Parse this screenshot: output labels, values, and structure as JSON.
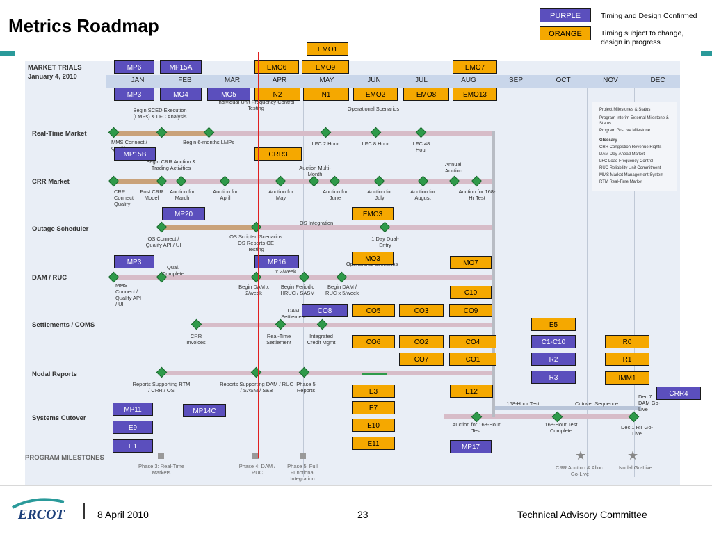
{
  "title": "Metrics Roadmap",
  "legend": {
    "purple_label": "PURPLE",
    "purple_desc": "Timing and Design Confirmed",
    "orange_label": "ORANGE",
    "orange_desc": "Timing subject to change, design in progress"
  },
  "colors": {
    "purple": "#5b4fbd",
    "orange": "#f5a800",
    "red_line": "#e02020",
    "teal": "#2a9a9a"
  },
  "chart": {
    "title_line1": "MARKET TRIALS",
    "title_line2": "January 4, 2010",
    "months": [
      "JAN",
      "FEB",
      "MAR",
      "APR",
      "MAY",
      "JUN",
      "JUL",
      "AUG",
      "SEP",
      "OCT",
      "NOV",
      "DEC"
    ],
    "rows": [
      "Real-Time Market",
      "CRR Market",
      "Outage Scheduler",
      "DAM / RUC",
      "Settlements / COMS",
      "Nodal Reports",
      "Systems Cutover",
      "PROGRAM MILESTONES"
    ],
    "notes": {
      "rt1": "Begin SCED Execution (LMPs) & LFC Analysis",
      "rt2": "Individual Unit Frequency Control Testing",
      "rt3": "Operational Scenarios",
      "rt4": "MMS Connect / Qualify",
      "rt5": "Begin 6-months LMPs",
      "rt6": "LFC 2 Hour",
      "rt7": "LFC 8 Hour",
      "rt8": "LFC 48 Hour",
      "crr1": "Begin CRR Auction & Trading Activities",
      "crr2": "Annual Auction",
      "crr3": "Auction Multi-Month",
      "crr4": "CRR Connect Qualify",
      "crr5": "Post CRR Model",
      "crr6": "Auction for March",
      "crr7": "Auction for April",
      "crr8": "Auction for May",
      "crr9": "Auction for June",
      "crr10": "Auction for July",
      "crr11": "Auction for August",
      "crr12": "Auction for 168-Hr Test",
      "os1": "OS Integration",
      "os2": "OS Connect / Qualify API / UI",
      "os3": "OS Scripted Scenarios OS Reports OE Testing",
      "os4": "1 Day Dual-Entry",
      "dam1": "Operational Scenarios",
      "dam2": "Qual. Complete",
      "dam3": "x 2/week",
      "dam4": "MMS Connect / Qualify API / UI",
      "dam5": "Begin DAM x 2/week",
      "dam6": "Begin Periodic HRUC / SASM",
      "dam7": "Begin DAM / RUC x 5/week",
      "set1": "DAM Settlement",
      "set2": "CRR Invoices",
      "set3": "Real-Time Settlement",
      "set4": "Integrated Credit Mgmt",
      "nr1": "Reports Supporting RTM / CRR / OS",
      "nr2": "Reports Supporting DAM / RUC / SASM / S&B",
      "nr3": "Phase 5 Reports",
      "sc1": "168-Hour Test",
      "sc2": "Cutover Sequence",
      "sc3": "Auction for 168-Hour Test",
      "sc4": "168-Hour Test Complete",
      "sc5": "Dec 7 DAM Go-Live",
      "sc6": "Dec 1 RT Go-Live",
      "pm1": "Phase 3: Real-Time Markets",
      "pm2": "Phase 4: DAM / RUC",
      "pm3": "Phase 5: Full Functional Integration",
      "pm4": "CRR Auction & Alloc. Go-Live",
      "pm5": "Nodal Go-Live"
    },
    "glossary": {
      "k1": "Project Milestones & Status",
      "k2": "Program Interim External Milestone & Status",
      "k3": "Program Go-Live Milestone",
      "head": "Glossary",
      "g1": "CRR   Congestion Revenue Rights",
      "g2": "DAM   Day-Ahead Market",
      "g3": "LFC   Load Frequency Control",
      "g4": "RUC   Reliability Unit Commitment",
      "g5": "MMS   Market Management System",
      "g6": "RTM   Real-Time Market"
    }
  },
  "tags": {
    "EMO1": "EMO1",
    "MP6": "MP6",
    "MP15A": "MP15A",
    "EMO6": "EMO6",
    "EMO9": "EMO9",
    "EMO7": "EMO7",
    "MP3a": "MP3",
    "MO4": "MO4",
    "MO5": "MO5",
    "N2": "N2",
    "N1": "N1",
    "EMO2": "EMO2",
    "EMO8": "EMO8",
    "EMO13": "EMO13",
    "MP15B": "MP15B",
    "CRR3": "CRR3",
    "MP20": "MP20",
    "EMO3": "EMO3",
    "MP3b": "MP3",
    "MP16": "MP16",
    "MO3": "MO3",
    "MO7": "MO7",
    "C10": "C10",
    "CO8": "CO8",
    "CO5": "CO5",
    "CO3": "CO3",
    "CO9": "CO9",
    "E5": "E5",
    "CO6": "CO6",
    "CO2": "CO2",
    "CO4": "CO4",
    "C1C10": "C1-C10",
    "R0": "R0",
    "CO7": "CO7",
    "CO1": "CO1",
    "R2": "R2",
    "R1": "R1",
    "R3": "R3",
    "IMM1": "IMM1",
    "E3": "E3",
    "E12": "E12",
    "CRR4": "CRR4",
    "MP11": "MP11",
    "MP14C": "MP14C",
    "E7": "E7",
    "E9": "E9",
    "E10": "E10",
    "E1": "E1",
    "E11": "E11",
    "MP17": "MP17"
  },
  "footer": {
    "logo": "ERCOT",
    "date": "8 April 2010",
    "page": "23",
    "org": "Technical Advisory Committee"
  }
}
